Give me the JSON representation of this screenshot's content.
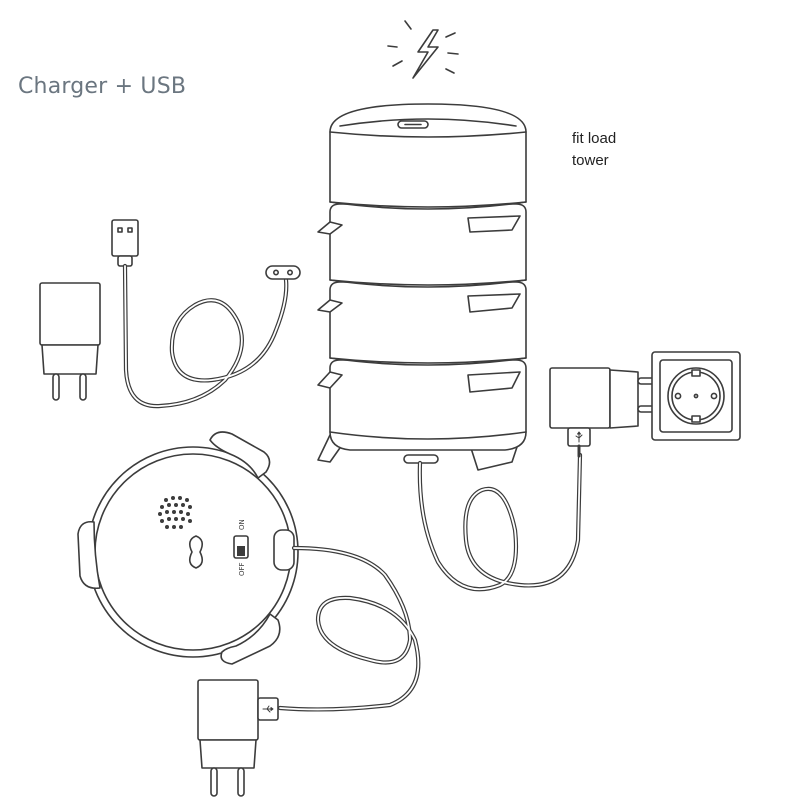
{
  "title": "Charger + USB",
  "tower_label": [
    "fit load",
    "tower"
  ],
  "switch_labels": {
    "on": "ON",
    "off": "OFF"
  },
  "icons": [
    "lightning-icon",
    "usb-symbol-icon"
  ]
}
